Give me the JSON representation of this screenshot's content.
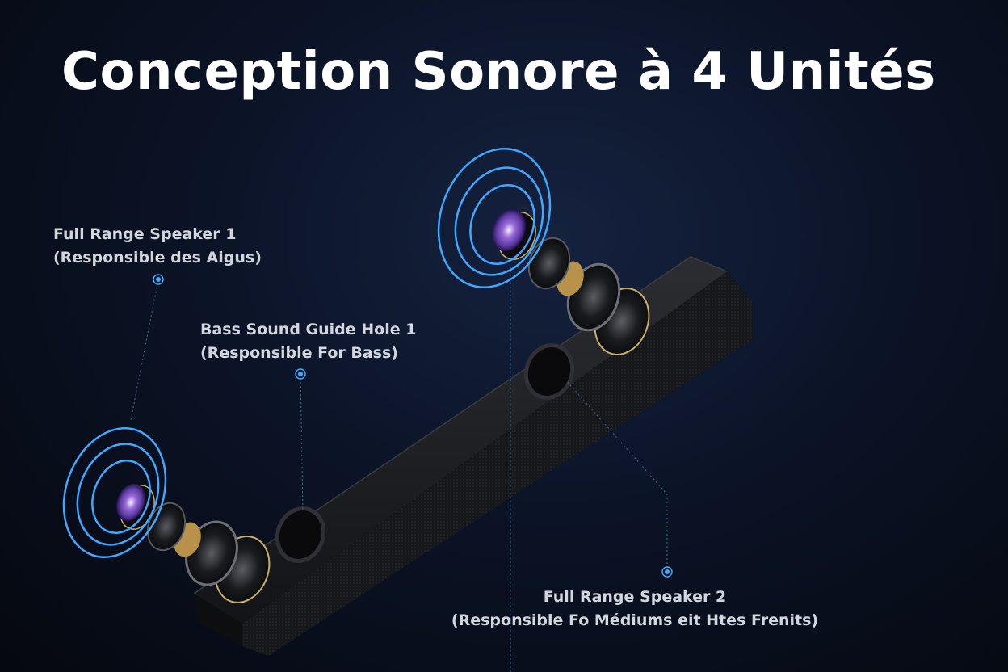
{
  "title": "Conception Sonore à 4 Unités",
  "callouts": [
    {
      "line1": "Full Range Speaker 1",
      "line2": "(Responsible des Aigus)"
    },
    {
      "line1": "Bass Sound Guide Hole 1",
      "line2": "(Responsible For Bass)"
    },
    {
      "line1": "Full Range Speaker 2",
      "line2": "(Responsible Fo Médiums eit Htes Frenits)"
    }
  ],
  "colors": {
    "accent": "#3fa8ff",
    "background": "#0b1326",
    "text": "#ffffff"
  }
}
